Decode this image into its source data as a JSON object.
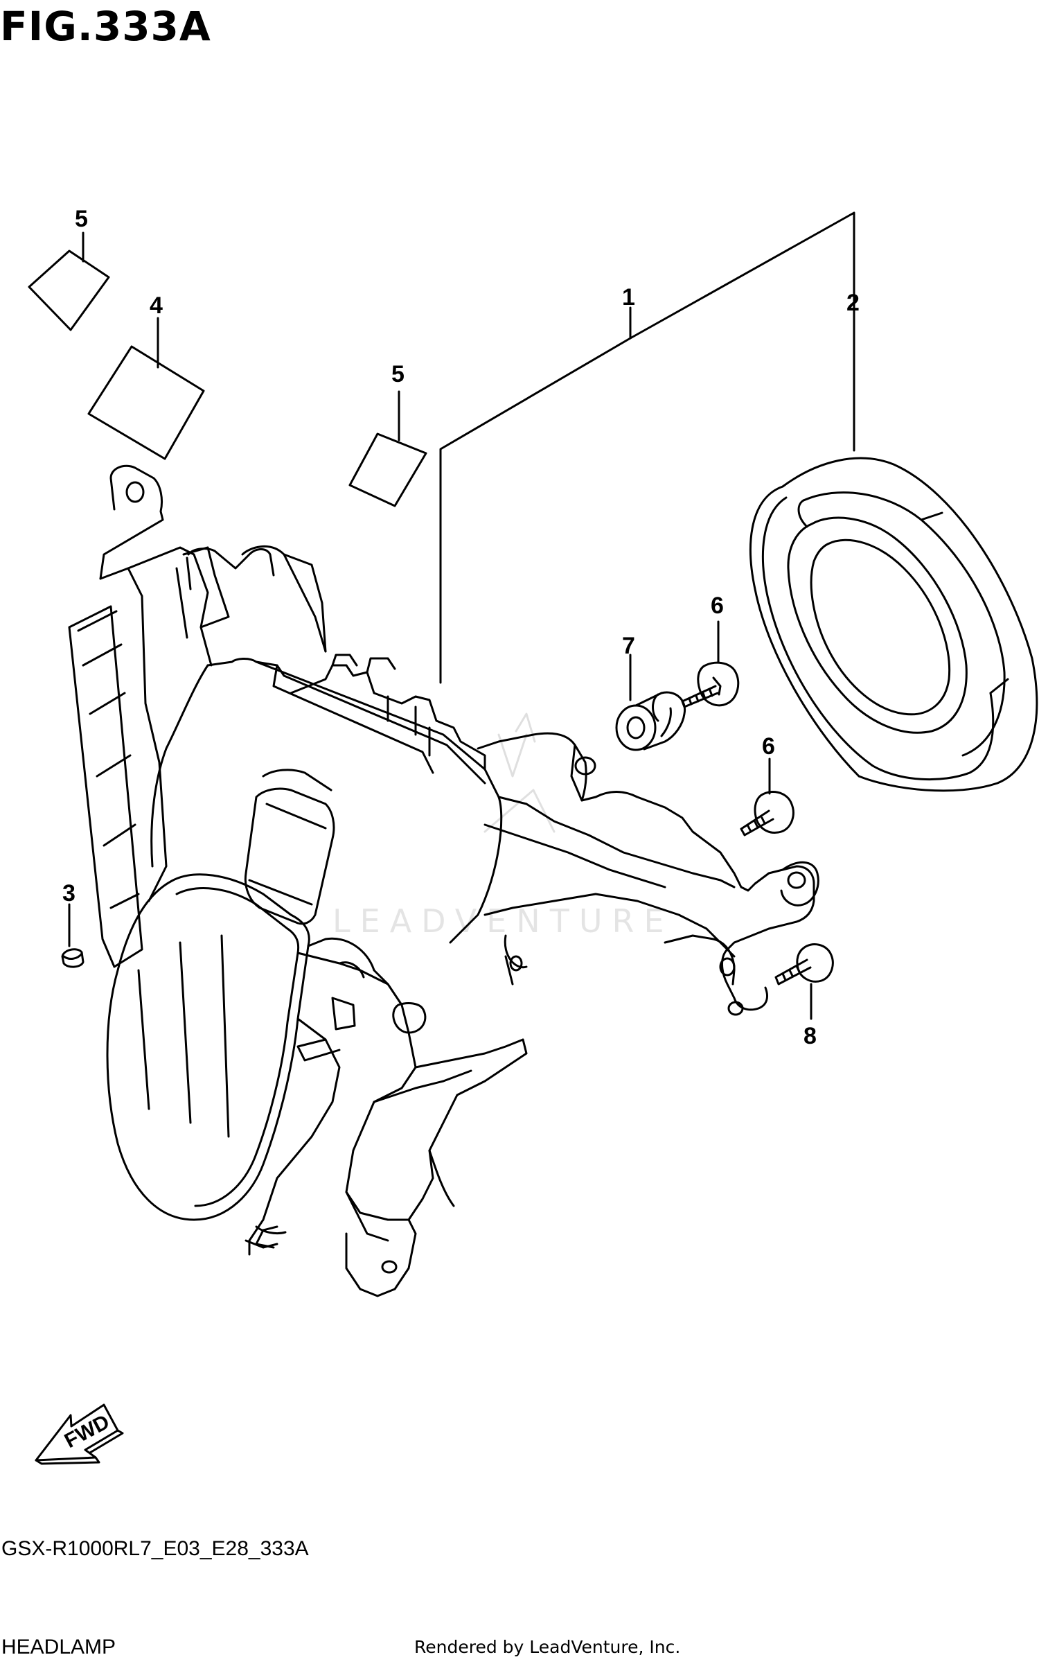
{
  "figure": {
    "title": "FIG.333A",
    "code": "GSX-R1000RL7_E03_E28_333A",
    "name": "HEADLAMP",
    "credit": "Rendered by LeadVenture, Inc.",
    "watermark": "LEADVENTURE"
  },
  "direction_arrow": {
    "label": "FWD",
    "icon": "arrow-left-down-icon"
  },
  "callouts": {
    "c1": "1",
    "c2": "2",
    "c3": "3",
    "c4": "4",
    "c5a": "5",
    "c5b": "5",
    "c6a": "6",
    "c6b": "6",
    "c7": "7",
    "c8": "8"
  },
  "parts": [
    {
      "ref": "1",
      "depicts": "headlamp-assembly"
    },
    {
      "ref": "2",
      "depicts": "lamp-cover-ring"
    },
    {
      "ref": "3",
      "depicts": "cushion"
    },
    {
      "ref": "4",
      "depicts": "label"
    },
    {
      "ref": "5",
      "depicts": "label"
    },
    {
      "ref": "6",
      "depicts": "screw"
    },
    {
      "ref": "7",
      "depicts": "grommet"
    },
    {
      "ref": "8",
      "depicts": "screw"
    }
  ]
}
